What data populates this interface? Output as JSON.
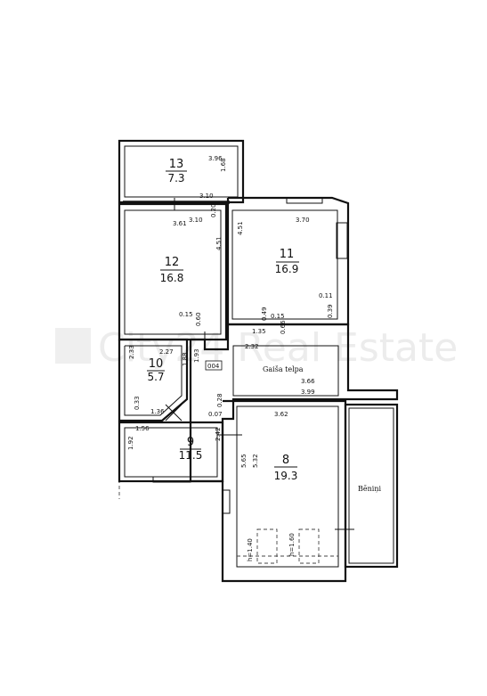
{
  "rooms": [
    {
      "number": "13",
      "area": "7.3"
    },
    {
      "number": "12",
      "area": "16.8"
    },
    {
      "number": "11",
      "area": "16.9"
    },
    {
      "number": "10",
      "area": "5.7"
    },
    {
      "number": "9",
      "area": "11.5"
    },
    {
      "number": "8",
      "area": "19.3"
    }
  ],
  "labels": {
    "corridor": "Gaiša telpa",
    "stairs": "Bēniņi",
    "tag": "004"
  },
  "dimensions": {
    "r13_w": "3.96",
    "r13_h": "1.68",
    "r13_b": "3.10",
    "r12_w": "3.61",
    "r12_top": "3.10",
    "r12_wall": "0.20",
    "r12_h": "4.51",
    "r12_a": "0.15",
    "r12_b": "0.60",
    "r11_w": "3.70",
    "r11_h": "4.51",
    "r11_a": "0.11",
    "r11_b": "0.39",
    "r11_c": "0.49",
    "r11_d": "0.15",
    "r11_e": "0.66",
    "r11_f": "1.35",
    "r10_a": "2.33",
    "r10_b": "2.27",
    "r10_c": "1.88",
    "r10_d": "1.93",
    "r10_e": "0.33",
    "r10_f": "1.36",
    "corr_a": "2.32",
    "corr_b": "3.66",
    "corr_c": "3.99",
    "corr_d": "0.28",
    "corr_e": "0.07",
    "r9_a": "1.56",
    "r9_b": "1.92",
    "r9_c": "2.42",
    "r8_w": "3.62",
    "r8_h1": "5.65",
    "r8_h2": "5.32",
    "r8_h3": "h=1.40",
    "r8_h4": "h=1.60"
  },
  "watermark": "City24 Real Estate"
}
